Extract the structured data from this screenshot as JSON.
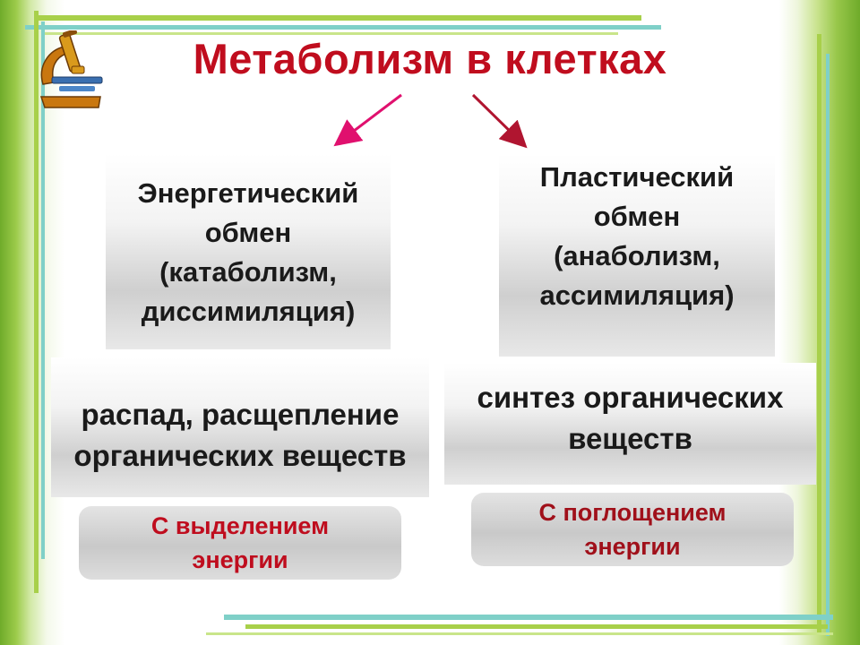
{
  "title": "Метаболизм в клетках",
  "branches": {
    "left": {
      "header": "Энергетический\nобмен\n(катаболизм,\nдиссимиляция)",
      "process": "распад, расщепление\nорганических веществ",
      "energy": "С выделением\nэнергии"
    },
    "right": {
      "header": "Пластический\nобмен\n(анаболизм,\nассимиляция)",
      "process": "синтез органических\nвеществ",
      "energy": "С поглощением\nэнергии"
    }
  },
  "colors": {
    "title": "#c00d1e",
    "arrow_left": "#e0106e",
    "arrow_right": "#b01530",
    "energy_text_left": "#bf0d1e",
    "energy_text_right": "#a0101a",
    "frame_green": "#9ccb3c",
    "frame_teal": "#5fc4b8"
  },
  "icons": [
    "microscope-icon"
  ]
}
